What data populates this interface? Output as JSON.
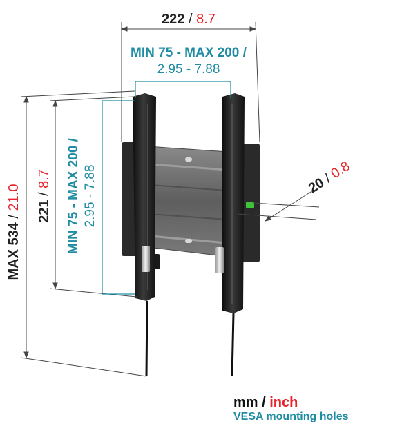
{
  "colors": {
    "dimension": "#222222",
    "imperial": "#e8242b",
    "vesa": "#1e8ca3",
    "mount": "#1b1b1b",
    "plate": "#6e6e6e",
    "level": "#3ec43a"
  },
  "dimensions": {
    "width": {
      "mm": "222",
      "sep": " / ",
      "inch": "8.7"
    },
    "vesa_horizontal": {
      "line1": "MIN 75 - MAX 200 /",
      "line2": "2.95 - 7.88"
    },
    "vesa_vertical": {
      "line1": "MIN 75 - MAX 200 /",
      "line2": "2.95 - 7.88"
    },
    "height": {
      "mm": "221",
      "sep": " / ",
      "inch": "8.7"
    },
    "max_height": {
      "mm": "MAX 534",
      "sep": " / ",
      "inch": "21.0"
    },
    "depth": {
      "mm": "20",
      "sep": " / ",
      "inch": "0.8"
    }
  },
  "legend": {
    "unit_mm": "mm",
    "unit_sep": " / ",
    "unit_inch": "inch",
    "vesa_note": "VESA mounting holes"
  }
}
